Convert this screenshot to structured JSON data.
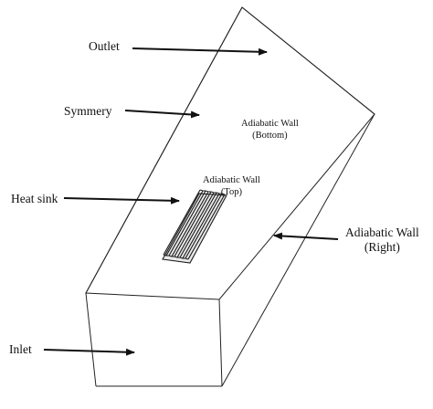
{
  "labels": {
    "outlet": "Outlet",
    "symmetry": "Symmery",
    "heat_sink": "Heat sink",
    "inlet": "Inlet",
    "adiabatic_right": [
      "Adiabatic Wall",
      "(Right)"
    ],
    "adiabatic_bottom": [
      "Adiabatic Wall",
      "(Bottom)"
    ],
    "adiabatic_top": [
      "Adiabatic Wall",
      "(Top)"
    ]
  },
  "colors": {
    "line": "#222222",
    "background": "#ffffff"
  }
}
